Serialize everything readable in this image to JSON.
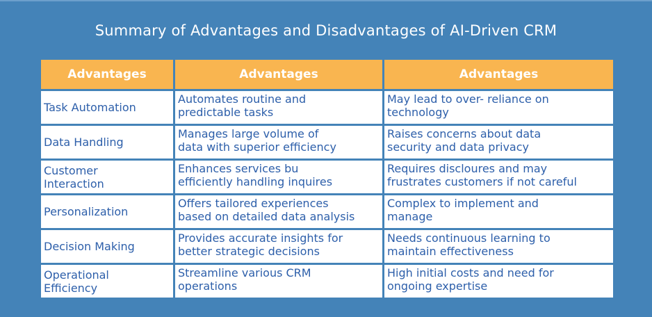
{
  "title": "Summary of Advantages and Disadvantages of AI-Driven CRM",
  "table": {
    "headers": [
      "Advantages",
      "Advantages",
      "Advantages"
    ],
    "rows": [
      [
        "Task Automation",
        "Automates routine and\npredictable tasks",
        "May lead to over- reliance on\ntechnology"
      ],
      [
        "Data Handling",
        "Manages large volume of\ndata with superior efficiency",
        "Raises concerns about data\nsecurity and data privacy"
      ],
      [
        "Customer\nInteraction",
        "Enhances services bu\nefficiently handling inquires",
        "Requires discloures and may\nfrustrates customers  if not careful"
      ],
      [
        "Personalization",
        "Offers tailored experiences\nbased on detailed data analysis",
        "Complex  to implement and\nmanage"
      ],
      [
        "Decision Making",
        "Provides accurate insights  for\nbetter strategic decisions",
        "Needs continuous learning to\nmaintain  effectiveness"
      ],
      [
        "Operational\nEfficiency",
        "Streamline various CRM\noperations",
        "High initial costs and need for\nongoing expertise"
      ]
    ]
  },
  "colors": {
    "background": "#4483b8",
    "header": "#f9b550",
    "cell_text": "#2d5faa",
    "cell_bg": "#ffffff"
  }
}
